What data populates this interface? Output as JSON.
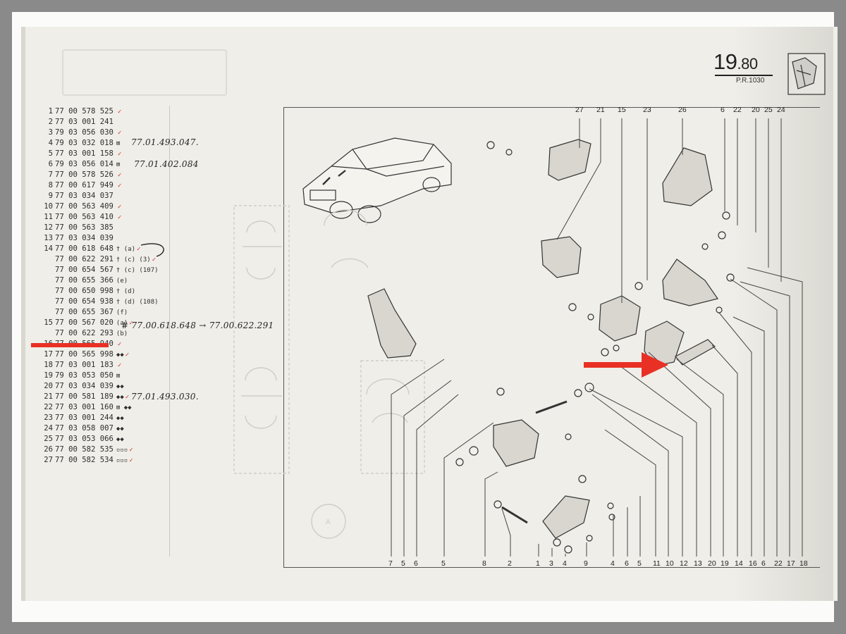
{
  "page": {
    "number_main": "19",
    "number_decimal": ".80",
    "reference": "P.R.1030"
  },
  "parts": [
    {
      "n": "1",
      "ref": "77 00 578 525",
      "sfx": "",
      "tick": "✓"
    },
    {
      "n": "2",
      "ref": "77 03 001 241",
      "sfx": "",
      "tick": ""
    },
    {
      "n": "3",
      "ref": "79 03 056 030",
      "sfx": "",
      "tick": "✓"
    },
    {
      "n": "4",
      "ref": "79 03 032 018",
      "sfx": "⊠",
      "tick": ""
    },
    {
      "n": "5",
      "ref": "77 03 001 158",
      "sfx": "",
      "tick": "✓"
    },
    {
      "n": "6",
      "ref": "79 03 056 014",
      "sfx": "⊠",
      "tick": ""
    },
    {
      "n": "7",
      "ref": "77 00 578 526",
      "sfx": "",
      "tick": "✓"
    },
    {
      "n": "8",
      "ref": "77 00 617 949",
      "sfx": "",
      "tick": "✓"
    },
    {
      "n": "9",
      "ref": "77 03 034 037",
      "sfx": "",
      "tick": ""
    },
    {
      "n": "10",
      "ref": "77 00 563 409",
      "sfx": "",
      "tick": "✓"
    },
    {
      "n": "11",
      "ref": "77 00 563 410",
      "sfx": "",
      "tick": "✓"
    },
    {
      "n": "12",
      "ref": "77 00 563 385",
      "sfx": "",
      "tick": ""
    },
    {
      "n": "13",
      "ref": "77 03 034 039",
      "sfx": "",
      "tick": ""
    },
    {
      "n": "14",
      "ref": "77 00 618 648",
      "sfx": "† (a)",
      "tick": "✓"
    },
    {
      "n": "",
      "ref": "77 00 622 291",
      "sfx": "† (c)  (3)",
      "tick": "✓"
    },
    {
      "n": "",
      "ref": "77 00 654 567",
      "sfx": "† (c)  (107)",
      "tick": ""
    },
    {
      "n": "",
      "ref": "77 00 655 366",
      "sfx": "(e)",
      "tick": ""
    },
    {
      "n": "",
      "ref": "77 00 650 998",
      "sfx": "† (d)",
      "tick": ""
    },
    {
      "n": "",
      "ref": "77 00 654 938",
      "sfx": "† (d)  (108)",
      "tick": ""
    },
    {
      "n": "",
      "ref": "77 00 655 367",
      "sfx": "(f)",
      "tick": ""
    },
    {
      "n": "15",
      "ref": "77 00 567 020",
      "sfx": "(a)",
      "tick": "✓"
    },
    {
      "n": "",
      "ref": "77 00 622 293",
      "sfx": "(b)",
      "tick": ""
    },
    {
      "n": "16",
      "ref": "77 00 565 940",
      "sfx": "",
      "tick": "✓"
    },
    {
      "n": "17",
      "ref": "77 00 565 998",
      "sfx": "◆◆",
      "tick": "✓"
    },
    {
      "n": "18",
      "ref": "77 03 001 183",
      "sfx": "",
      "tick": "✓"
    },
    {
      "n": "19",
      "ref": "79 03 053 050",
      "sfx": "⊠",
      "tick": ""
    },
    {
      "n": "20",
      "ref": "77 03 034 039",
      "sfx": "◆◆",
      "tick": ""
    },
    {
      "n": "21",
      "ref": "77 00 581 189",
      "sfx": "◆◆",
      "tick": "✓"
    },
    {
      "n": "22",
      "ref": "77 03 001 160",
      "sfx": "⊠ ◆◆",
      "tick": ""
    },
    {
      "n": "23",
      "ref": "77 03 001 244",
      "sfx": "◆◆",
      "tick": ""
    },
    {
      "n": "24",
      "ref": "77 03 058 007",
      "sfx": "◆◆",
      "tick": ""
    },
    {
      "n": "25",
      "ref": "77 03 053 066",
      "sfx": "◆◆",
      "tick": ""
    },
    {
      "n": "26",
      "ref": "77 00 582 535",
      "sfx": "▫▫▫",
      "tick": "✓"
    },
    {
      "n": "27",
      "ref": "77 00 582 534",
      "sfx": "▫▫▫",
      "tick": "✓"
    }
  ],
  "handwritten": {
    "note_4": "77.01.493.047.",
    "note_6": "77.01.402.084",
    "note_15": "# 77.00.618.648 → 77.00.622.291",
    "note_22": "77.01.493.030."
  },
  "callouts_top": [
    "27",
    "21",
    "15",
    "23",
    "26",
    "6",
    "22",
    "20",
    "25",
    "24"
  ],
  "callouts_bottom": [
    "7",
    "5",
    "6",
    "5",
    "8",
    "2",
    "1",
    "3",
    "4",
    "9",
    "4",
    "6",
    "5",
    "11",
    "10",
    "12",
    "13",
    "20",
    "19",
    "14",
    "16",
    "6",
    "22",
    "17",
    "18"
  ],
  "colors": {
    "highlight": "#e83025",
    "tick": "#cf2b2b",
    "ink": "#2d2d2d"
  }
}
